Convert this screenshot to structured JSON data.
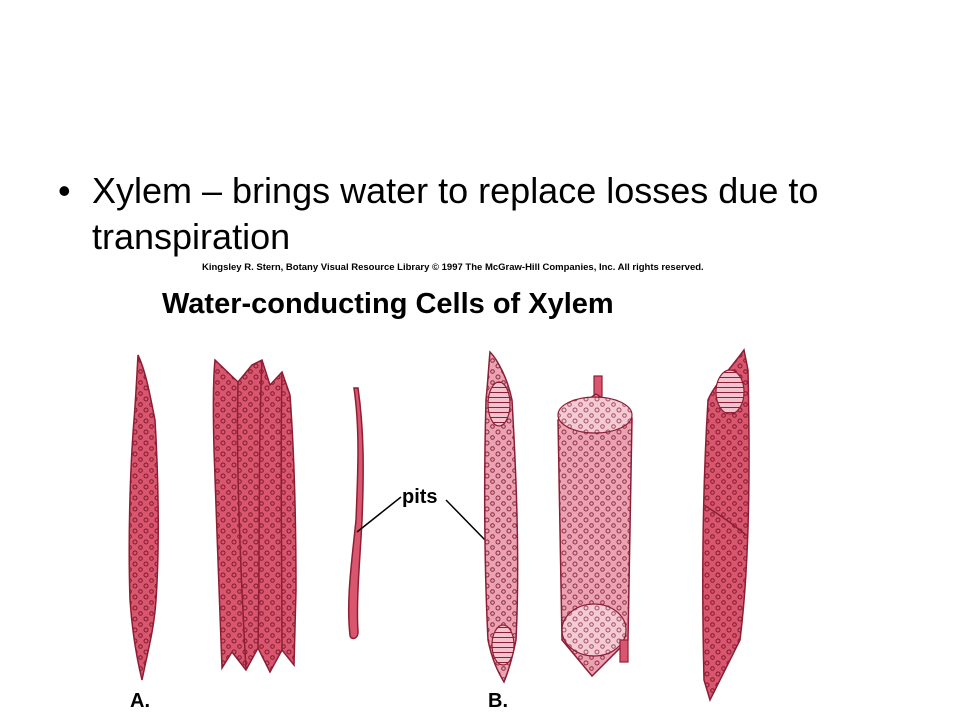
{
  "slide": {
    "bullet": "•",
    "text": "Xylem – brings water to replace losses due to transpiration"
  },
  "figure": {
    "credit": "Kingsley R. Stern, Botany Visual Resource Library © 1997 The McGraw-Hill Companies, Inc. All rights reserved.",
    "title": "Water-conducting Cells of Xylem",
    "label_pits": "pits",
    "label_a": "A.",
    "label_b": "B.",
    "colors": {
      "cell_fill": "#d9566e",
      "cell_fill_light": "#eba3b4",
      "cell_stroke": "#8e1e35",
      "pit": "#7e1a2e",
      "end_plate": "#f2c3cf"
    }
  }
}
